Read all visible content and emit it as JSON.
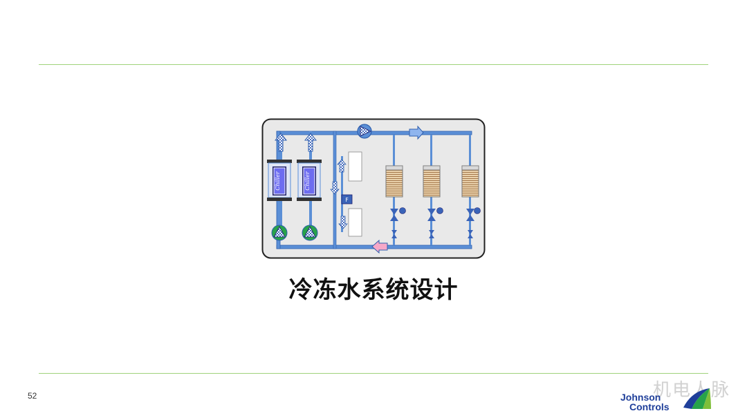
{
  "slide": {
    "title": "冷冻水系统设计",
    "page_number": "52"
  },
  "diagram": {
    "chiller_labels": [
      "Chiller",
      "Chiller"
    ],
    "flow_meter_label": "F",
    "colors": {
      "frame": "#222222",
      "background": "#e9e9e9",
      "pipe": "#5b8fd6",
      "pipe_dark": "#2f5fae",
      "pump_green": "#27a34a",
      "coil": "#c8a06a"
    }
  },
  "watermark": {
    "text": "机电人脉"
  },
  "logo": {
    "line1": "Johnson",
    "line2": "Controls"
  }
}
